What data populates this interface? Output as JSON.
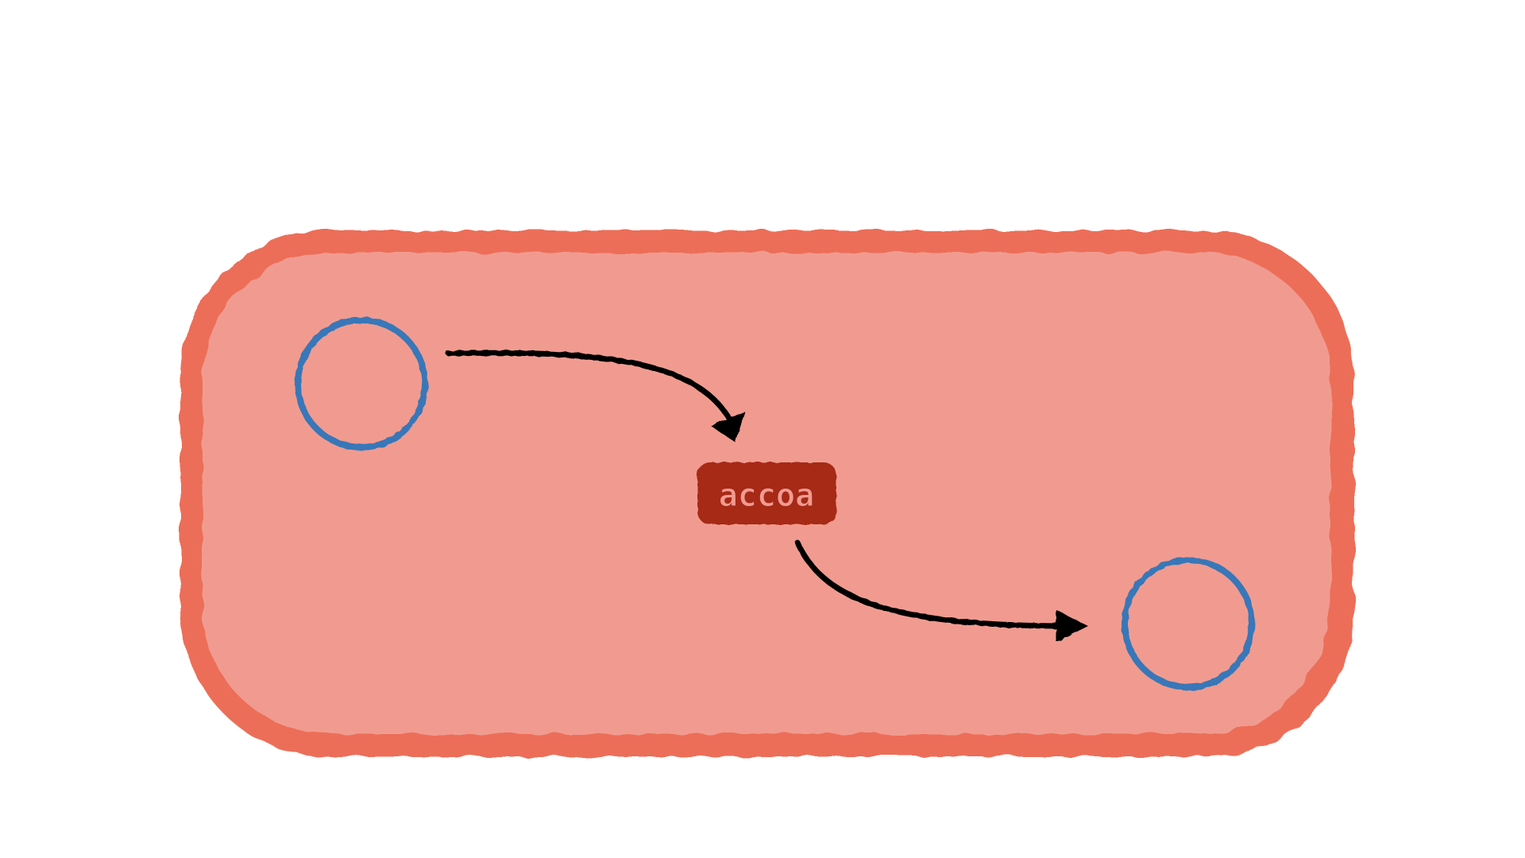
{
  "diagram": {
    "colors": {
      "background": "#ffffff",
      "cell_fill": "#f19b90",
      "cell_outline": "#ec6e58",
      "metabolite_outline": "#3777b8",
      "node_fill": "#a62919",
      "node_text": "#f19b90",
      "arrow": "#000000"
    },
    "nodes": {
      "accoa": {
        "label": "accoa"
      }
    },
    "edges": [
      {
        "from": "metabolite-circle-left",
        "to": "accoa"
      },
      {
        "from": "accoa",
        "to": "metabolite-circle-right"
      }
    ]
  }
}
